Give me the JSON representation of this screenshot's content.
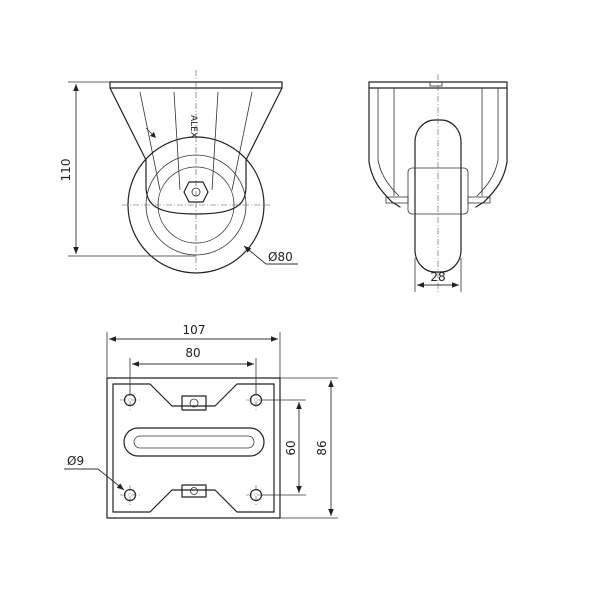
{
  "side_view": {
    "height_label": "110",
    "wheel_diameter_label": "Ø80",
    "brand_text": "ALEX"
  },
  "front_view": {
    "wheel_width_label": "28"
  },
  "plate_view": {
    "plate_width_label": "107",
    "hole_spacing_x_label": "80",
    "hole_spacing_y_label": "60",
    "plate_length_label": "86",
    "hole_diameter_label": "Ø9"
  }
}
